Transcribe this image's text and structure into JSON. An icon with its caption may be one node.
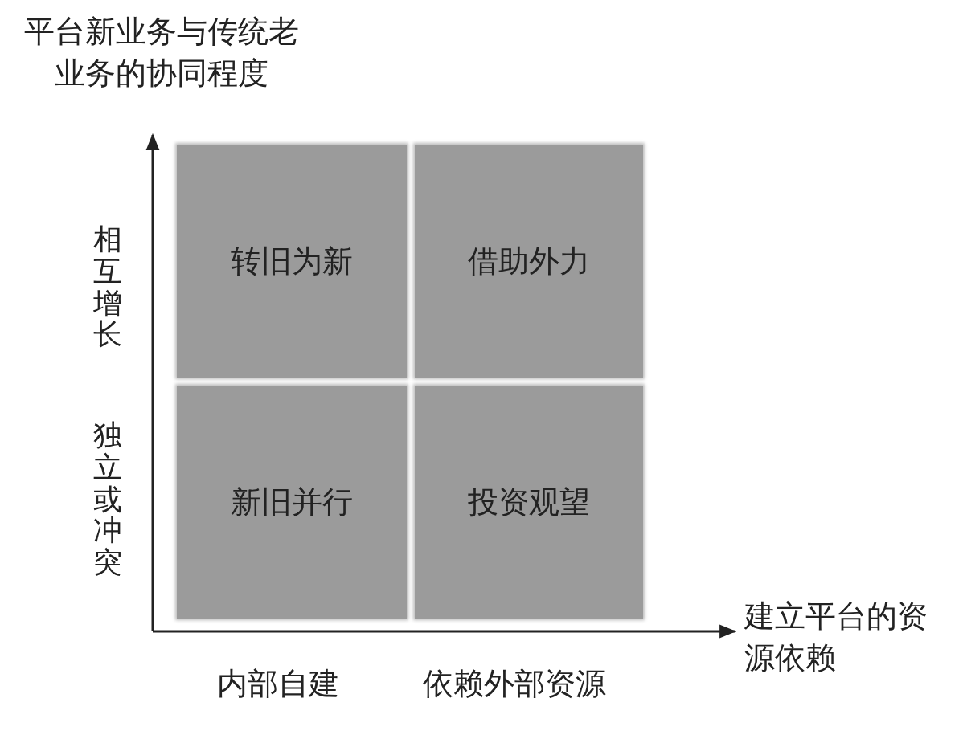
{
  "diagram": {
    "nodes": [
      {
        "text": [
          "转旧为新"
        ]
      },
      {
        "text": [
          "借助外力"
        ]
      },
      {
        "text": [
          "新旧并行"
        ]
      },
      {
        "text": [
          "投资观望"
        ]
      }
    ],
    "labels": [
      "平台新业务与传统老业务的协同程度",
      "相互增长",
      "独立或冲突",
      "建立平台的资源依赖",
      "内部自建",
      "依赖外部资源"
    ]
  }
}
